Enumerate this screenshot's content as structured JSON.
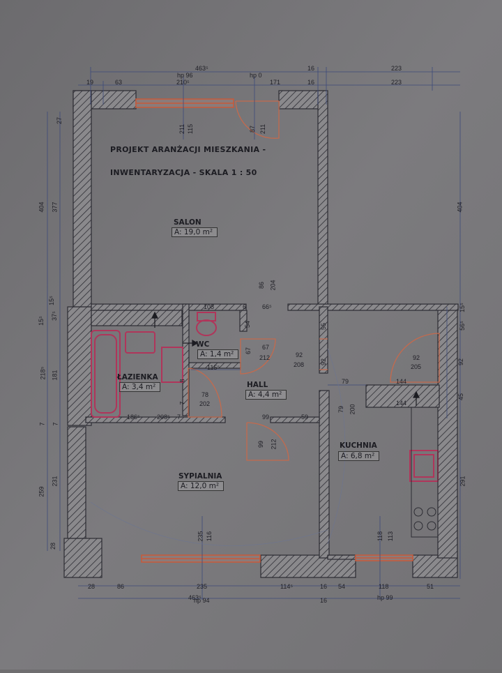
{
  "title": {
    "line1": "PROJEKT ARANŻACJI MIESZKANIA -",
    "line2": "INWENTARYZACJA - SKALA 1 : 50"
  },
  "rooms": {
    "salon": {
      "name": "SALON",
      "area": "A: 19,0 m²"
    },
    "wc": {
      "name": "WC",
      "area": "A: 1,4 m²"
    },
    "lazienka": {
      "name": "ŁAZIENKA",
      "area": "A: 3,4 m²"
    },
    "hall": {
      "name": "HALL",
      "area": "A: 4,4 m²"
    },
    "kuchnia": {
      "name": "KUCHNIA",
      "area": "A: 6,8 m²"
    },
    "sypialnia": {
      "name": "SYPIALNIA",
      "area": "A: 12,0 m²"
    }
  },
  "dims_top": {
    "overall": "463⁵",
    "d16a": "16",
    "d223a": "223",
    "hp96": "hp 96",
    "hp0": "hp 0",
    "d19": "19",
    "d63": "63",
    "d210": "210⁵",
    "d171": "171",
    "d16b": "16",
    "d223b": "223"
  },
  "dims_bottom": {
    "d28": "28",
    "d86": "86",
    "d235": "235",
    "d114": "114⁵",
    "d16": "16",
    "d54": "54",
    "d118": "118",
    "d51": "51",
    "overall": "463⁵",
    "hp94": "hp 94",
    "d16b": "16",
    "hp99": "hp 99"
  },
  "dims_left": {
    "d404": "404",
    "d377": "377",
    "d27": "27",
    "d15a": "15⁵",
    "d15b": "15⁵",
    "d37": "37⁵",
    "d218": "218⁵",
    "d181": "181",
    "d7a": "7",
    "d7b": "7",
    "d259": "259",
    "d231": "231",
    "d28": "28"
  },
  "dims_right": {
    "d404": "404",
    "d15": "15⁵",
    "d56": "56⁵",
    "d92": "92",
    "d45": "45",
    "d291": "291"
  },
  "dims_inner": {
    "w211a": "211",
    "w115": "115",
    "w87": "87",
    "w211b": "211",
    "d86": "86",
    "d204": "204",
    "wc108": "108",
    "wc6": "6",
    "wc66": "66⁵",
    "wc54": "54",
    "wc67": "67",
    "wc115": "115⁵",
    "hall67": "67",
    "hall212": "212",
    "hall92": "92",
    "hall208": "208",
    "k55": "55",
    "k92a": "92",
    "k79": "79",
    "k144a": "144",
    "k79v": "79",
    "k200": "200",
    "k92b": "92",
    "k205": "205",
    "k144b": "144",
    "b78": "78",
    "b202": "202",
    "b8": "8",
    "b7": "7",
    "b186": "186⁵",
    "b208": "208⁵",
    "b7b": "7",
    "b99": "99",
    "b59": "59",
    "s99": "99",
    "s212": "212",
    "s235": "235",
    "s116": "116",
    "k118": "118",
    "k113": "113"
  },
  "colors": {
    "wall": "#2c2c33",
    "door": "#c46a4d",
    "window": "#c85a3a",
    "fixture": "#b0355a",
    "paper": "#7a797b"
  }
}
